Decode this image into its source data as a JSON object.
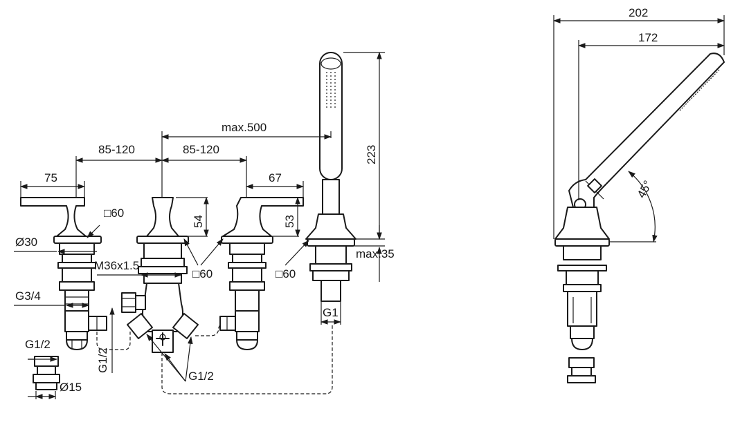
{
  "dimensions": {
    "d75": "75",
    "d85a": "85-120",
    "d85b": "85-120",
    "dmax500": "max.500",
    "d67": "67",
    "d54": "54",
    "d53": "53",
    "d223": "223",
    "dmax35": "max.35",
    "d202": "202",
    "d172": "172",
    "d45": "45°"
  },
  "annotations": {
    "sq60_a": "□60",
    "sq60_b": "□60",
    "sq60_c": "□60",
    "dia30": "Ø30",
    "m36": "M36x1.5",
    "g34": "G3/4",
    "g12_a": "G1/2",
    "g12_b": "G1/2",
    "g12_c": "G1/2",
    "dia15": "Ø15",
    "g1": "G1"
  }
}
